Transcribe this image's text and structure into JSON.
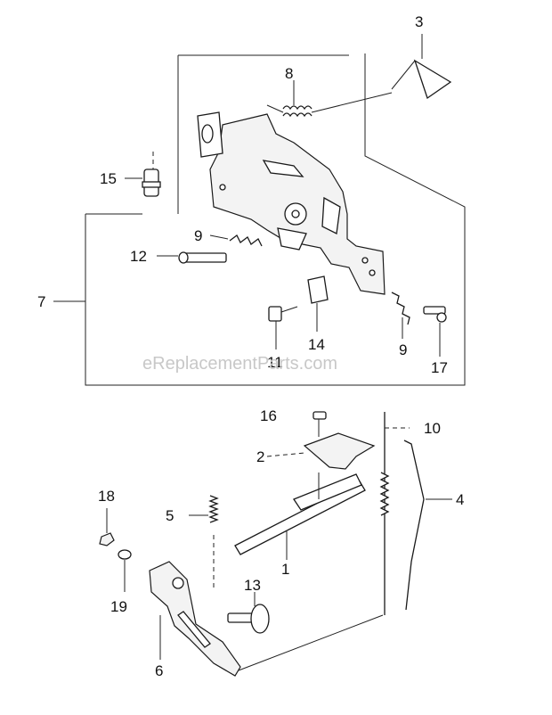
{
  "watermark": "eReplacementParts.com",
  "callouts": {
    "c1": "1",
    "c2": "2",
    "c3": "3",
    "c4": "4",
    "c5": "5",
    "c6": "6",
    "c7": "7",
    "c8": "8",
    "c9a": "9",
    "c9b": "9",
    "c10": "10",
    "c11": "11",
    "c12": "12",
    "c13": "13",
    "c14": "14",
    "c15": "15",
    "c16": "16",
    "c17": "17",
    "c18": "18",
    "c19": "19"
  }
}
